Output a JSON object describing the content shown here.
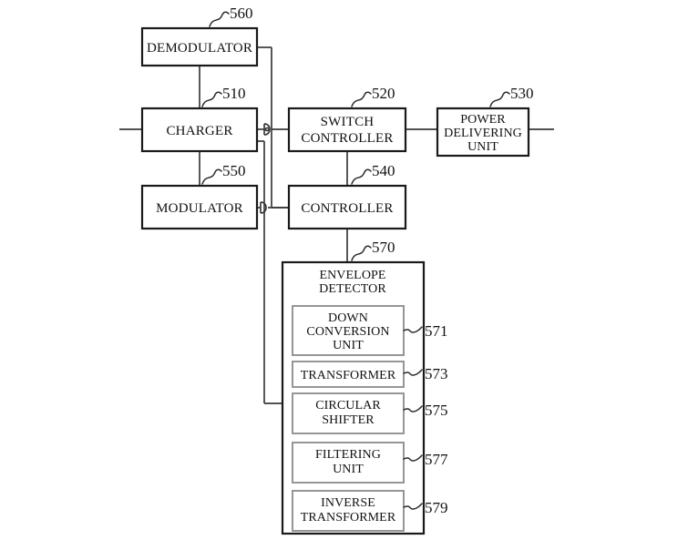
{
  "figure": {
    "type": "patent-block-diagram",
    "background_color": "#ffffff",
    "line_color": "#2a2a2a",
    "subbox_border_color": "#8a8a8a"
  },
  "blocks": {
    "demodulator": {
      "label_line1": "DEMODULATOR",
      "ref": "560"
    },
    "charger": {
      "label_line1": "CHARGER",
      "ref": "510"
    },
    "modulator": {
      "label_line1": "MODULATOR",
      "ref": "550"
    },
    "switch_controller": {
      "label_line1": "SWITCH",
      "label_line2": "CONTROLLER",
      "ref": "520"
    },
    "power_delivering_unit": {
      "label_line1": "POWER",
      "label_line2": "DELIVERING",
      "label_line3": "UNIT",
      "ref": "530"
    },
    "controller": {
      "label_line1": "CONTROLLER",
      "ref": "540"
    },
    "envelope_detector": {
      "label_line1": "ENVELOPE",
      "label_line2": "DETECTOR",
      "ref": "570"
    }
  },
  "envelope_detector_subblocks": [
    {
      "label_line1": "DOWN",
      "label_line2": "CONVERSION",
      "label_line3": "UNIT",
      "ref": "571"
    },
    {
      "label_line1": "TRANSFORMER",
      "label_line2": "",
      "label_line3": "",
      "ref": "573"
    },
    {
      "label_line1": "CIRCULAR",
      "label_line2": "SHIFTER",
      "label_line3": "",
      "ref": "575"
    },
    {
      "label_line1": "FILTERING",
      "label_line2": "UNIT",
      "label_line3": "",
      "ref": "577"
    },
    {
      "label_line1": "INVERSE",
      "label_line2": "TRANSFORMER",
      "label_line3": "",
      "ref": "579"
    }
  ]
}
